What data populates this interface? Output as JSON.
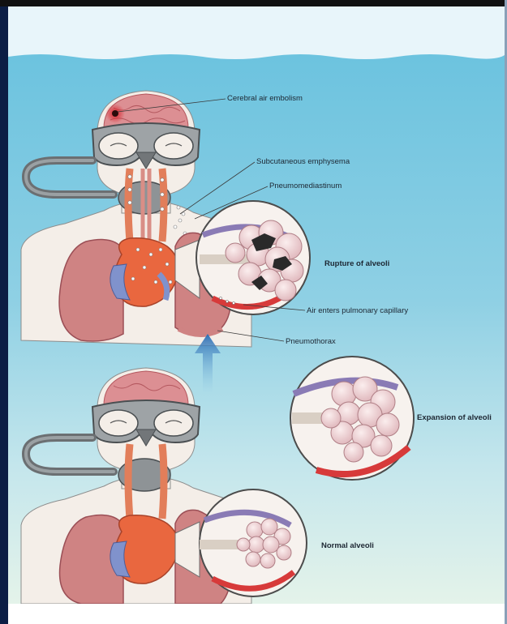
{
  "labels": {
    "cerebral_air_embolism": "Cerebral air embolism",
    "subcutaneous_emphysema": "Subcutaneous emphysema",
    "pneumomediastinum": "Pneumomediastinum",
    "rupture_of_alveoli": "Rupture of alveoli",
    "air_enters_pulmonary_capillary": "Air enters pulmonary capillary",
    "pneumothorax": "Pneumothorax",
    "expansion_of_alveoli": "Expansion of alveoli",
    "normal_alveoli": "Normal alveoli"
  },
  "colors": {
    "sky_top": "#e9f6fb",
    "water": "#74c7e1",
    "water_deep": "#dcefe9",
    "skin": "#f3ede7",
    "lung": "#cf7f7f",
    "heart": "#e8643f",
    "vein": "#7f8fc7",
    "alveoli": "#f2d6d6",
    "arrow": "#2d6fb5"
  }
}
